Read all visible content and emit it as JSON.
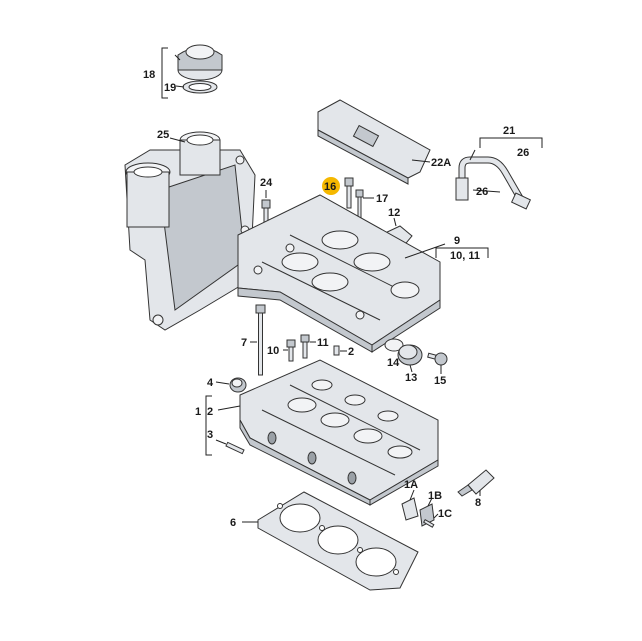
{
  "callouts": [
    {
      "id": "c18",
      "text": "18"
    },
    {
      "id": "c19",
      "text": "19"
    },
    {
      "id": "c25",
      "text": "25"
    },
    {
      "id": "c21",
      "text": "21"
    },
    {
      "id": "c26a",
      "text": "26"
    },
    {
      "id": "c26b",
      "text": "26"
    },
    {
      "id": "c22A",
      "text": "22A"
    },
    {
      "id": "c24",
      "text": "24"
    },
    {
      "id": "c16",
      "text": "16"
    },
    {
      "id": "c17",
      "text": "17"
    },
    {
      "id": "c12",
      "text": "12"
    },
    {
      "id": "c9",
      "text": "9"
    },
    {
      "id": "c1011",
      "text": "10, 11"
    },
    {
      "id": "c7",
      "text": "7"
    },
    {
      "id": "c10",
      "text": "10"
    },
    {
      "id": "c11",
      "text": "11"
    },
    {
      "id": "c2a",
      "text": "2"
    },
    {
      "id": "c14",
      "text": "14"
    },
    {
      "id": "c13",
      "text": "13"
    },
    {
      "id": "c15",
      "text": "15"
    },
    {
      "id": "c4",
      "text": "4"
    },
    {
      "id": "c1",
      "text": "1"
    },
    {
      "id": "c2b",
      "text": "2"
    },
    {
      "id": "c3",
      "text": "3"
    },
    {
      "id": "c8",
      "text": "8"
    },
    {
      "id": "c1A",
      "text": "1A"
    },
    {
      "id": "c1B",
      "text": "1B"
    },
    {
      "id": "c1C",
      "text": "1C"
    },
    {
      "id": "c6",
      "text": "6"
    }
  ],
  "highlight": {
    "callout": "16",
    "color": "#f5b800"
  },
  "colors": {
    "line": "#222222",
    "part_fill": "#e3e6ea",
    "part_shadow": "#c3c8ce"
  }
}
